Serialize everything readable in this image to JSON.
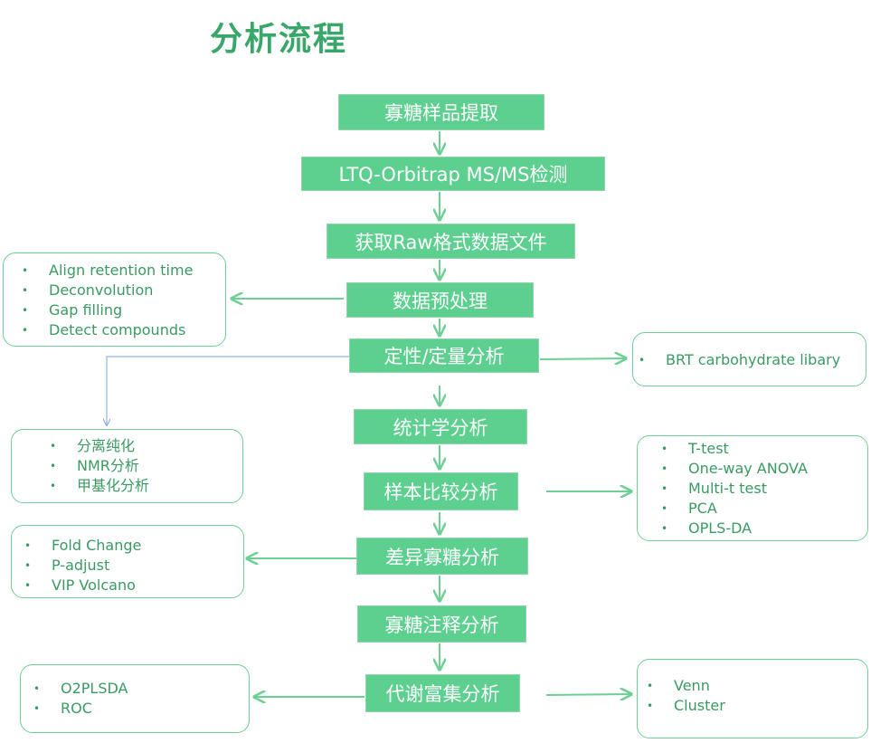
{
  "title": "分析流程",
  "steps": [
    "寡糖样品提取",
    "LTQ-Orbitrap MS/MS检测",
    "获取Raw格式数据文件",
    "数据预处理",
    "定性/定量分析",
    "统计学分析",
    "样本比较分析",
    "差异寡糖分析",
    "寡糖注释分析",
    "代谢富集分析"
  ],
  "notes": {
    "preprocessing": [
      "Align retention time",
      "Deconvolution",
      "Gap filling",
      "Detect compounds"
    ],
    "library": [
      "BRT carbohydrate libary"
    ],
    "purification": [
      "分离纯化",
      "NMR分析",
      "甲基化分析"
    ],
    "comparison": [
      "T-test",
      "One-way ANOVA",
      "Multi-t test",
      "PCA",
      "OPLS-DA"
    ],
    "differential": [
      "Fold Change",
      "P-adjust",
      "VIP Volcano"
    ],
    "enrichment_left": [
      "O2PLSDA",
      "ROC"
    ],
    "enrichment_right": [
      "Venn",
      "Cluster"
    ]
  },
  "colors": {
    "title": "#3aa76a",
    "box_fill": "#5dcf8f",
    "box_text": "#ffffff",
    "note_border": "#6ecf94",
    "note_text": "#3b9a63",
    "arrow": "#6ecf94",
    "thin_arrow": "#8fb4e0"
  }
}
